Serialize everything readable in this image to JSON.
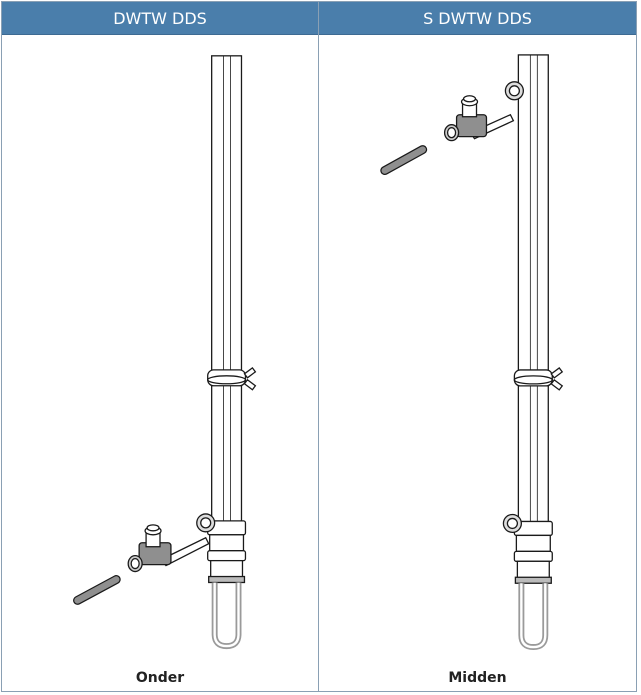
{
  "panels": [
    {
      "header": "DWTW DDS",
      "caption": "Onder",
      "valve_position": "bottom"
    },
    {
      "header": "S DWTW DDS",
      "caption": "Midden",
      "valve_position": "top"
    }
  ],
  "colors": {
    "header_bg": "#4a7eab",
    "header_text": "#ffffff",
    "border": "#8aa0b4",
    "drawing_line": "#1a1a1a",
    "loop_gray": "#9a9a9a"
  }
}
